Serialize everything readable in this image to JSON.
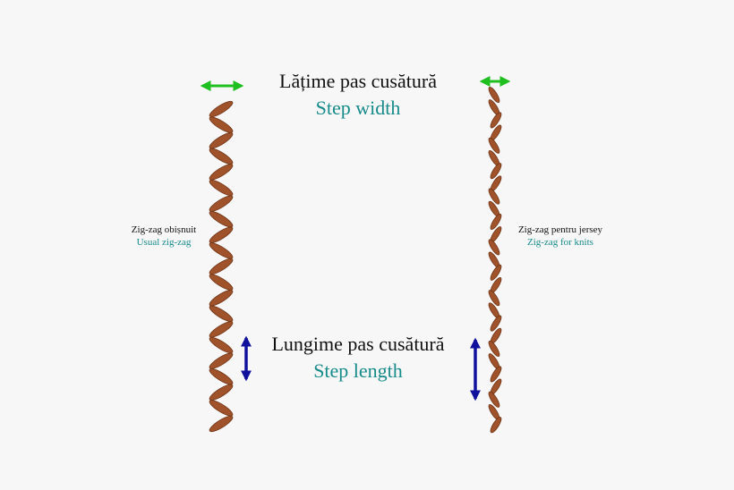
{
  "labels": {
    "step_width_ro": "Lățime pas cusătură",
    "step_width_en": "Step width",
    "step_length_ro": "Lungime pas cusătură",
    "step_length_en": "Step length",
    "left_stitch_ro": "Zig-zag obișnuit",
    "left_stitch_en": "Usual zig-zag",
    "right_stitch_ro": "Zig-zag pentru jersey",
    "right_stitch_en": "Zig-zag for knits"
  },
  "colors": {
    "background": "#f7f7f7",
    "text_primary": "#111111",
    "text_translation": "#178a8a",
    "width_arrow": "#1fbf1f",
    "length_arrow": "#10129e",
    "stitch_fill": "#a0532a",
    "stitch_stroke": "#6e3517"
  },
  "icons": {
    "width_arrow": "double-horizontal-arrow",
    "length_arrow": "double-vertical-arrow"
  }
}
